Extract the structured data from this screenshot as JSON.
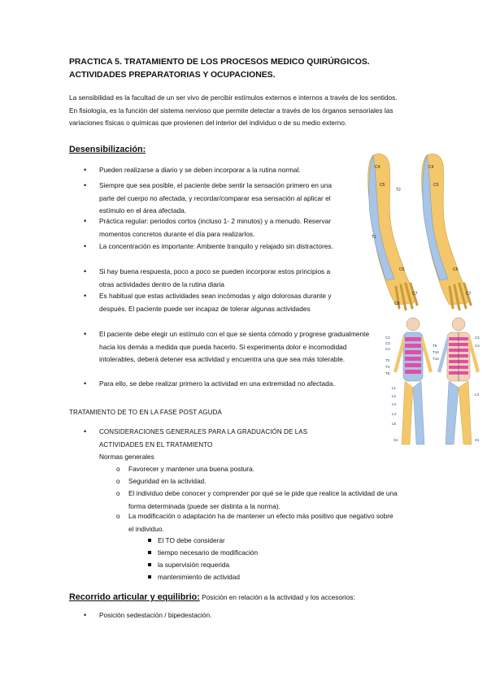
{
  "title": "PRACTICA 5. TRATAMIENTO DE LOS PROCESOS MEDICO QUIRÚRGICOS. ACTIVIDADES PREPARATORIAS Y OCUPACIONES.",
  "intro": "La sensibilidad es la facultad de un ser vivo de percibir estímulos externos e internos a través de los sentidos. En fisiología, es la función del sistema nervioso que permite detectar a través de los órganos sensoriales las variaciones físicas o químicas que provienen del interior del individuo o de su medio externo.",
  "desens": {
    "heading": "Desensibilización:",
    "bullets": [
      "Pueden realizarse a diario y se deben incorporar a la rutina normal.",
      "Siempre que sea posible, el paciente debe sentir la sensación primero en una parte del cuerpo no afectada, y recordar/comparar esa sensación al aplicar el estímulo en el área afectada.",
      "Práctica regular: periodos cortos (incluso 1- 2 minutos) y a menudo. Reservar momentos concretos durante el día para realizarlos.",
      "La concentración es importante: Ambiente tranquilo y relajado sin distractores.",
      "Si hay buena respuesta, poco a poco se pueden incorporar estos principios a otras actividades dentro de la rutina diaria",
      "Es habitual que estas actividades sean incómodas y algo dolorosas durante y después. El paciente puede ser incapaz de tolerar algunas actividades",
      "El paciente debe elegir un estímulo con el que se sienta cómodo y progrese gradualmente hacia los demás a medida que pueda hacerlo. Si experimenta dolor e incomodidad intolerables, deberá detener esa actividad y encuentra una que sea más tolerable.",
      "Para ello, se debe realizar primero la actividad en una extremidad no afectada."
    ]
  },
  "tratamiento": {
    "heading": "TRATAMIENTO DE TO EN LA FASE POST AGUDA",
    "bullet": "CONSIDERACIONES GENERALES PARA LA GRADUACIÓN DE LAS ACTIVIDADES EN EL TRATAMIENTO",
    "normas": "Normas generales",
    "sub": [
      "Favorecer y mantener una buena postura.",
      "Seguridad en la actividad.",
      "El individuo debe conocer y comprender por qué se le pide que realice la actividad de una forma determinada (puede ser distinta a la norma).",
      "La modificación o adaptación ha de mantener un efecto más positivo que negativo sobre el individuo."
    ],
    "subsub": [
      "El TO debe considerar",
      "tiempo necesario de modificación",
      "la supervisión requerida",
      "mantenimiento de actividad"
    ]
  },
  "recorrido": {
    "heading": "Recorrido articular y equilibrio:",
    "text": " Posición en relación a la actividad y los accesorios:",
    "bullet": "Posición sedestación / bipedestación."
  },
  "figure": {
    "arm_labels": [
      "C4",
      "C5",
      "T2",
      "C6",
      "C8",
      "T1",
      "C7"
    ],
    "body_labels": [
      "C2",
      "C3",
      "C4",
      "T2",
      "T4",
      "T6",
      "T8",
      "T10",
      "T12",
      "L1",
      "L2",
      "L3",
      "L4",
      "L5",
      "S1"
    ],
    "colors": {
      "yellow": "#f3c76a",
      "blue": "#a8c4e6",
      "magenta": "#e24ea5",
      "skin": "#f2d3b6"
    }
  }
}
